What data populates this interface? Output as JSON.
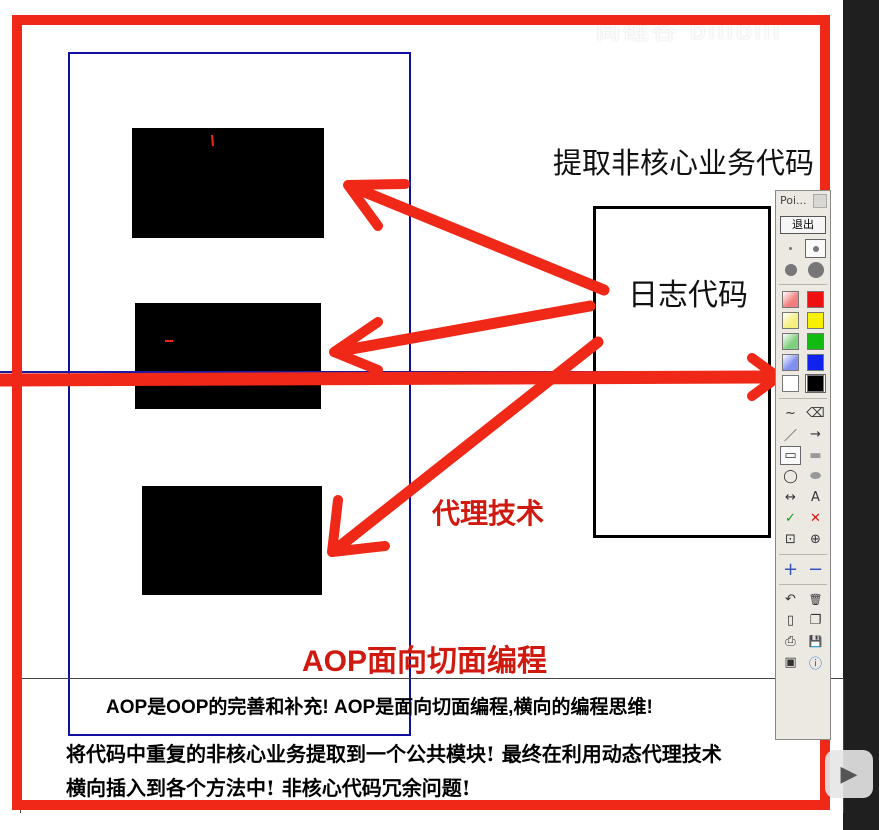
{
  "watermark": "尚硅谷 bilibili",
  "heading": "提取非核心业务代码",
  "log_box_label": "日志代码",
  "proxy_label": "代理技术",
  "aop_title": "AOP面向切面编程",
  "notes": {
    "line1": "AOP是OOP的完善和补充! AOP是面向切面编程,横向的编程思维!",
    "line2": "将代码中重复的非核心业务提取到一个公共模块! 最终在利用动态代理技术",
    "line3": "横向插入到各个方法中!   非核心代码冗余问题!"
  },
  "toolbar": {
    "title": "Poi...",
    "exit_label": "退出",
    "icons": {
      "freehand": "~",
      "eraser": "⌫",
      "line": "／",
      "arrow": "→",
      "rect": "▭",
      "filled_rect": "▬",
      "ellipse": "◯",
      "filled_ellipse": "⬬",
      "double_arrow": "↔",
      "text": "A",
      "check": "✓",
      "cross": "✕",
      "crop": "⊡",
      "zoom": "⊕",
      "plus": "+",
      "minus": "−",
      "undo": "↶",
      "trash": "🗑",
      "new": "▯",
      "copy": "❐",
      "print": "⎙",
      "save": "💾",
      "screen": "▣",
      "info": "ⓘ"
    },
    "colors": {
      "red_light": "#f08080",
      "red": "#ee1111",
      "yellow_light": "#f4f080",
      "yellow": "#f7f000",
      "green_light": "#80d080",
      "green": "#11bb11",
      "blue_light": "#8090f0",
      "blue": "#1122ee",
      "white": "#ffffff",
      "black": "#000000"
    }
  },
  "colors": {
    "annotation_red": "#f02818",
    "box_blue": "#1010a0"
  },
  "play_icon": "▶"
}
